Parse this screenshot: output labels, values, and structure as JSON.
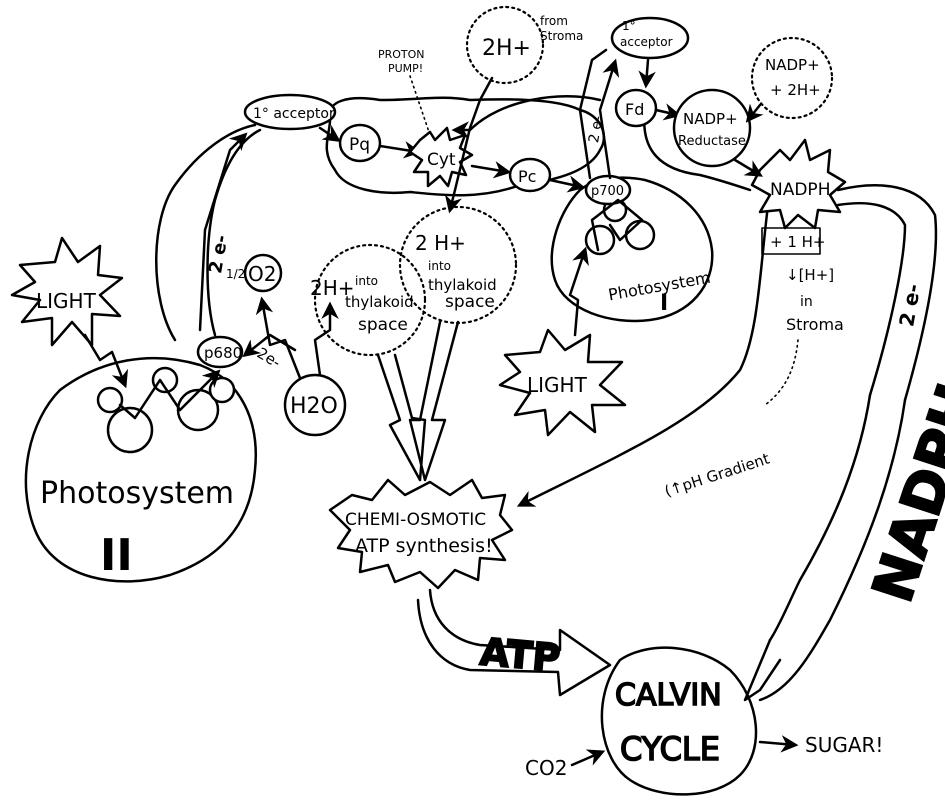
{
  "labels": {
    "light_left": "LIGHT",
    "light_right": "LIGHT",
    "photosystem_2_word": "Photosystem",
    "photosystem_2_numeral": "II",
    "photosystem_1_word": "Photosystem",
    "photosystem_1_numeral": "I",
    "p680": "p680",
    "p700": "p700",
    "acceptor_left": "1° acceptor",
    "acceptor_right_num": "1°",
    "acceptor_right_word": "acceptor",
    "pq": "Pq",
    "cyt": "Cyt",
    "pc": "Pc",
    "fd": "Fd",
    "nadp_reductase_1": "NADP+",
    "nadp_reductase_2": "Reductase",
    "nadp_input_1": "NADP+",
    "nadp_input_2": "+ 2H+",
    "nadph": "NADPH",
    "plus_h": "+ 1 H+",
    "h_in_stroma_1": "↓[H+]",
    "h_in_stroma_2": "in",
    "h_in_stroma_3": "Stroma",
    "proton_pump_1": "PROTON",
    "proton_pump_2": "PUMP!",
    "two_h_from_stroma": "2H+",
    "from_stroma_1": "from",
    "from_stroma_2": "Stroma",
    "two_h_center": "2 H+",
    "into_thylakoid_center_1": "into",
    "into_thylakoid_center_2": "thylakoid",
    "into_thylakoid_center_3": "space",
    "two_h_left": "2H+",
    "into_thylakoid_left_1": "into",
    "into_thylakoid_left_2": "thylakoid",
    "into_thylakoid_left_3": "space",
    "half_o2_frac": "1/2",
    "o2": "O2",
    "h2o": "H2O",
    "two_e_ps2": "2 e-",
    "two_e_small": "2e-",
    "two_e_ps1": "2 e-",
    "two_e_right": "2 e-",
    "ph_gradient": "(↑pH Gradient",
    "chemiosmotic_1": "CHEMI-OSMOTIC",
    "chemiosmotic_2": "ATP synthesis!",
    "atp": "ATP",
    "nadph_big": "NADPH",
    "calvin_1": "CALVIN",
    "calvin_2": "CYCLE",
    "co2": "CO2",
    "sugar": "SUGAR!"
  },
  "icons": [
    "starburst-icon",
    "arrow-icon",
    "zigzag-arrow-icon"
  ]
}
